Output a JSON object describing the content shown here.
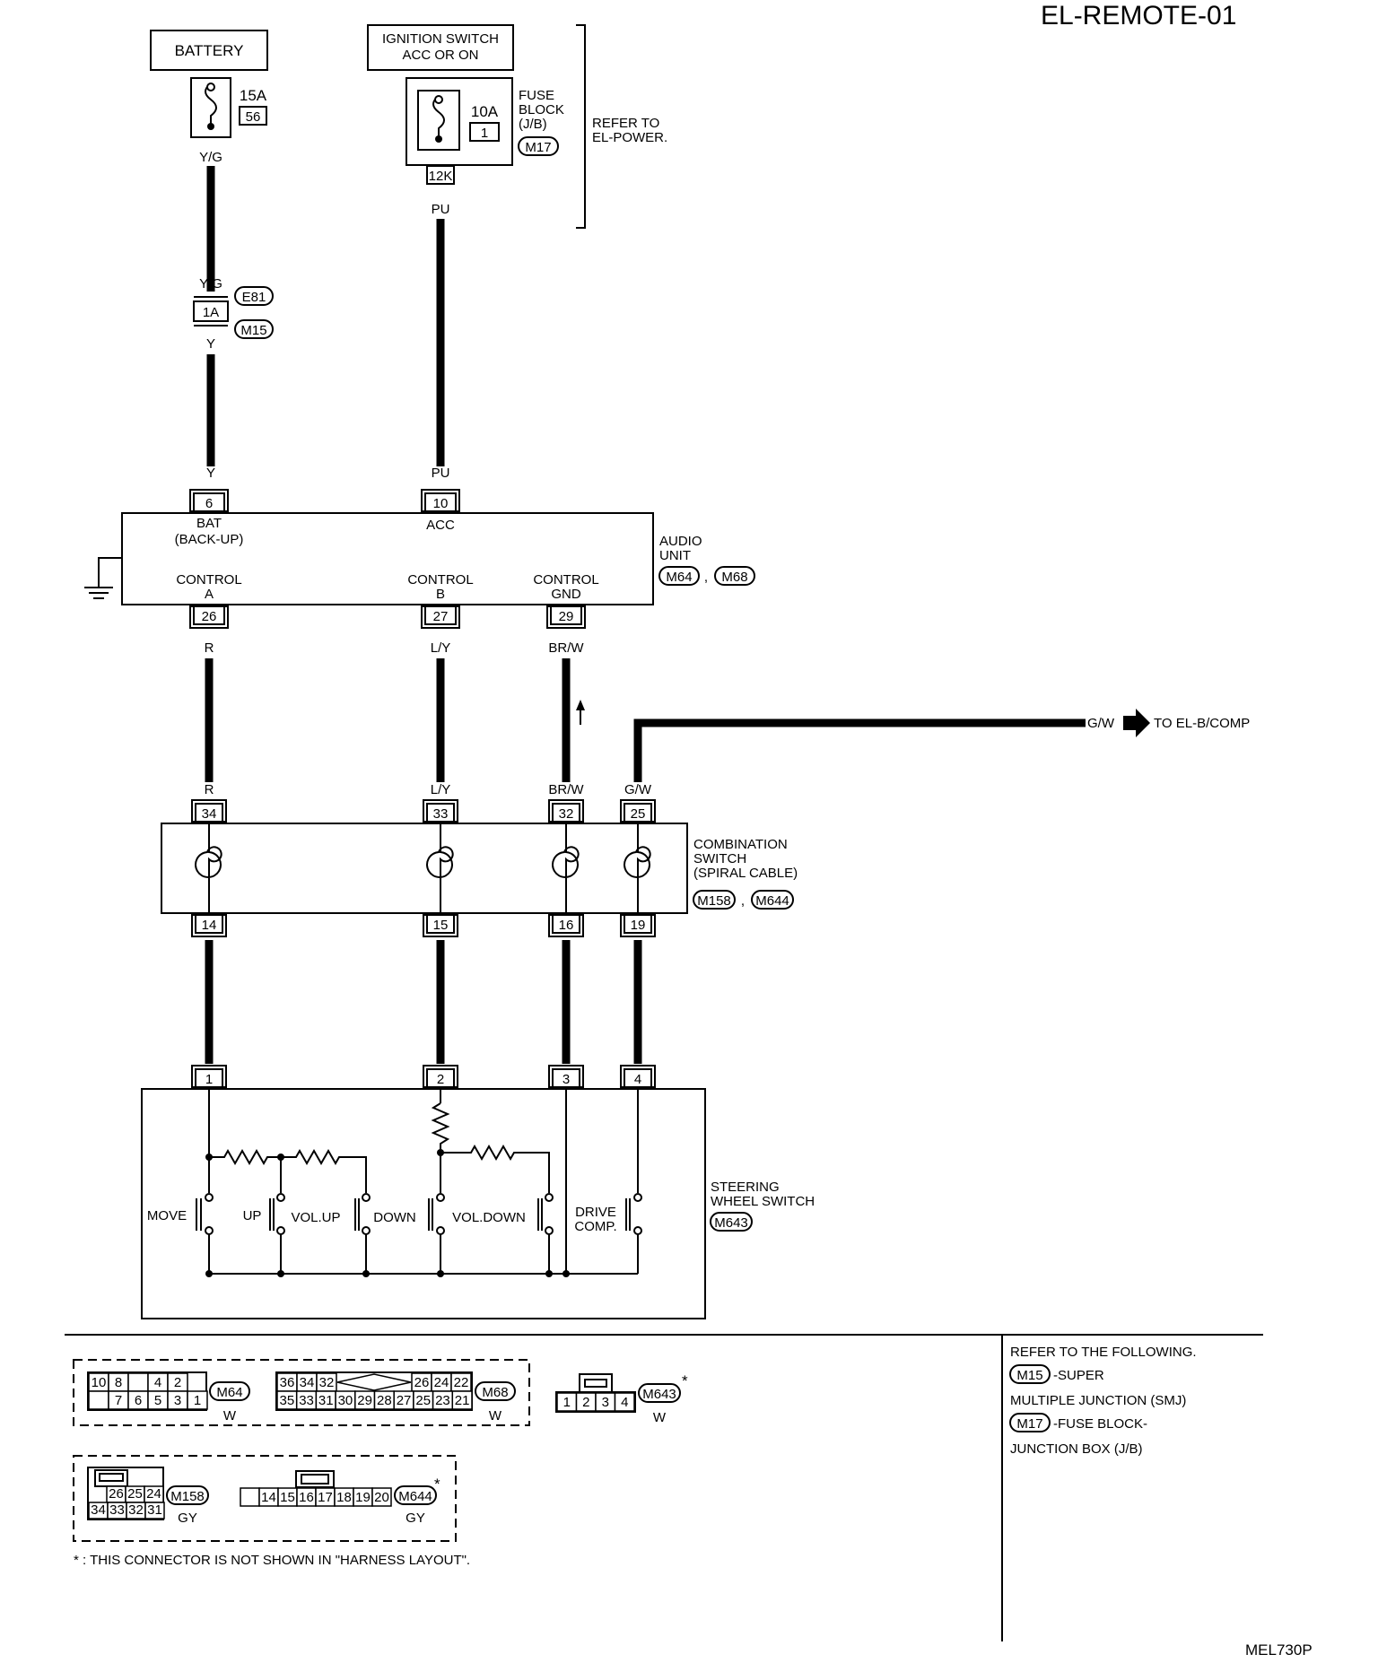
{
  "title": "EL-REMOTE-01",
  "footer_code": "MEL730P",
  "power": {
    "battery": "BATTERY",
    "ignition_line1": "IGNITION SWITCH",
    "ignition_line2": "ACC OR ON",
    "fuse1_amp": "15A",
    "fuse1_num": "56",
    "fuse2_amp": "10A",
    "fuse2_num": "1",
    "fuse_block_line1": "FUSE",
    "fuse_block_line2": "BLOCK",
    "fuse_block_line3": "(J/B)",
    "fuse_block_conn": "M17",
    "fuse_block_pin": "12K",
    "refer_line1": "REFER TO",
    "refer_line2": "EL-POWER."
  },
  "wires": {
    "yg": "Y/G",
    "y": "Y",
    "pu": "PU",
    "r": "R",
    "ly": "L/Y",
    "brw": "BR/W",
    "gw": "G/W",
    "to_comp": "TO EL-B/COMP"
  },
  "joint": {
    "pin": "1A",
    "conn1": "E81",
    "conn2": "M15"
  },
  "audio_unit": {
    "name_line1": "AUDIO",
    "name_line2": "UNIT",
    "conn1": "M64",
    "conn2": "M68",
    "sep": ",",
    "pin_bat": "6",
    "pin_acc": "10",
    "pin_a": "26",
    "pin_b": "27",
    "pin_gnd": "29",
    "bat_line1": "BAT",
    "bat_line2": "(BACK-UP)",
    "acc": "ACC",
    "ctrl_a_line1": "CONTROL",
    "ctrl_a_line2": "A",
    "ctrl_b_line1": "CONTROL",
    "ctrl_b_line2": "B",
    "ctrl_gnd_line1": "CONTROL",
    "ctrl_gnd_line2": "GND"
  },
  "combination_switch": {
    "name_line1": "COMBINATION",
    "name_line2": "SWITCH",
    "name_line3": "(SPIRAL CABLE)",
    "conn1": "M158",
    "conn2": "M644",
    "sep": ",",
    "top_pins": [
      "34",
      "33",
      "32",
      "25"
    ],
    "bottom_pins": [
      "14",
      "15",
      "16",
      "19"
    ]
  },
  "steering_switch": {
    "name_line1": "STEERING",
    "name_line2": "WHEEL SWITCH",
    "conn": "M643",
    "pins": [
      "1",
      "2",
      "3",
      "4"
    ],
    "labels": {
      "move": "MOVE",
      "up": "UP",
      "vol_up": "VOL.UP",
      "down": "DOWN",
      "vol_down": "VOL.DOWN",
      "drive_line1": "DRIVE",
      "drive_line2": "COMP."
    }
  },
  "connectors": {
    "m64": {
      "name": "M64",
      "color": "W",
      "row1": [
        "10",
        "8",
        "",
        "4",
        "2"
      ],
      "row2": [
        "",
        "7",
        "6",
        "5",
        "3",
        "1"
      ]
    },
    "m68": {
      "name": "M68",
      "color": "W",
      "row1": [
        "36",
        "34",
        "32",
        "26",
        "24",
        "22"
      ],
      "row2": [
        "35",
        "33",
        "31",
        "30",
        "29",
        "28",
        "27",
        "25",
        "23",
        "21"
      ]
    },
    "m643": {
      "name": "M643",
      "color": "W",
      "pins": [
        "1",
        "2",
        "3",
        "4"
      ],
      "star": "*"
    },
    "m158": {
      "name": "M158",
      "color": "GY",
      "row1": [
        "26",
        "25",
        "24"
      ],
      "row2": [
        "34",
        "33",
        "32",
        "31"
      ]
    },
    "m644": {
      "name": "M644",
      "color": "GY",
      "pins": [
        "",
        "14",
        "15",
        "16",
        "17",
        "18",
        "19",
        "20"
      ],
      "star": "*"
    }
  },
  "notes": {
    "asterisk": "* : THIS CONNECTOR IS NOT SHOWN IN \"HARNESS LAYOUT\".",
    "refer_title": "REFER TO THE FOLLOWING.",
    "m15_conn": "M15",
    "m15_line1": "-SUPER",
    "m15_line2": "MULTIPLE JUNCTION (SMJ)",
    "m17_conn": "M17",
    "m17_line1": "-FUSE BLOCK-",
    "m17_line2": "JUNCTION BOX (J/B)"
  }
}
